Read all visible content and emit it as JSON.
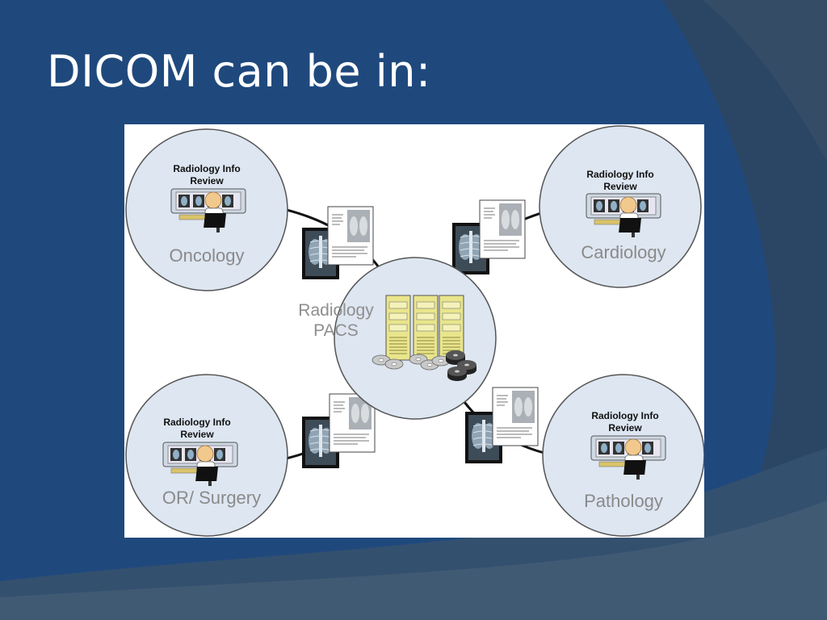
{
  "slide": {
    "title": "DICOM can be in:"
  },
  "diagram": {
    "center": {
      "label_line1": "Radiology",
      "label_line2": "PACS"
    },
    "nodes": [
      {
        "id": "oncology",
        "panel_line1": "Radiology Info",
        "panel_line2": "Review",
        "name": "Oncology"
      },
      {
        "id": "cardiology",
        "panel_line1": "Radiology Info",
        "panel_line2": "Review",
        "name": "Cardiology"
      },
      {
        "id": "surgery",
        "panel_line1": "Radiology Info",
        "panel_line2": "Review",
        "name": "OR/ Surgery"
      },
      {
        "id": "pathology",
        "panel_line1": "Radiology Info",
        "panel_line2": "Review",
        "name": "Pathology"
      }
    ]
  },
  "colors": {
    "background": "#1f497d",
    "node_fill": "#dde6f1",
    "server_yellow": "#e9e58c"
  }
}
